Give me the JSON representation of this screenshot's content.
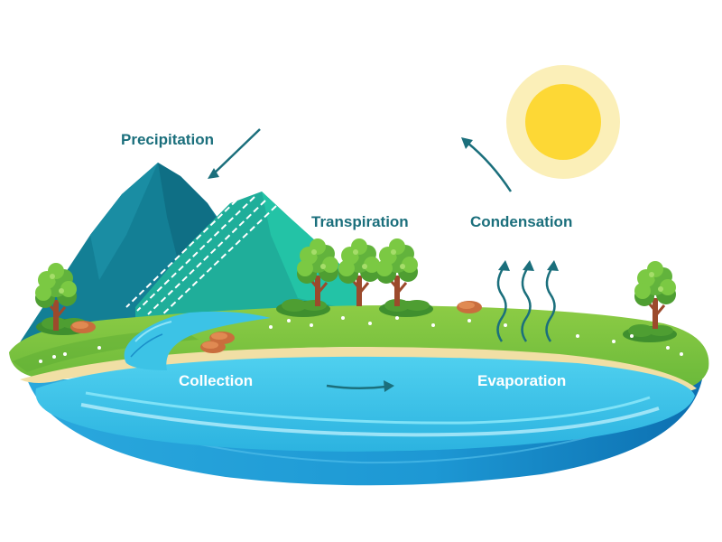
{
  "labels": {
    "precipitation": "Precipitation",
    "transpiration": "Transpiration",
    "condensation": "Condensation",
    "collection": "Collection",
    "evaporation": "Evaporation"
  },
  "colors": {
    "label_dark": "#1b6f7c",
    "label_light": "#ffffff",
    "sun": "#fdd835",
    "sun_halo": "#fbefb8",
    "grass": "#7cc242",
    "water": "#3cc3e6",
    "water_deep": "#1a8fc9",
    "mountain_blue": "#137f95",
    "mountain_green": "#1fae9a",
    "tree_leaf": "#62b33c",
    "trunk": "#9c4a2c",
    "arrow": "#1b6f7c"
  }
}
